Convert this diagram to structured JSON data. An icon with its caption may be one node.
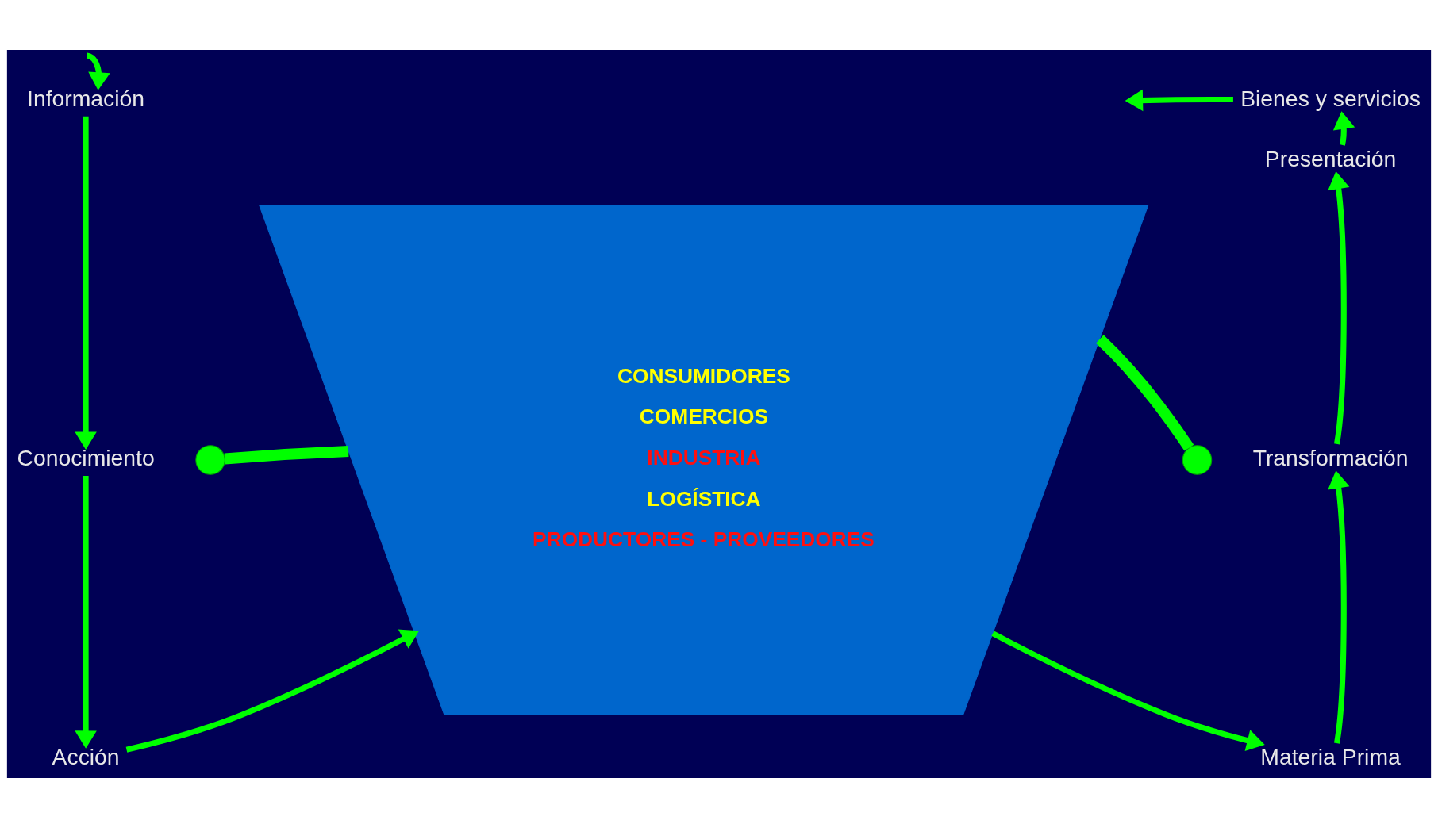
{
  "diagram": {
    "nodes": [
      {
        "text": [
          "CONSUMIDORES",
          "COMERCIOS",
          "INDUSTRIA",
          "LOGÍSTICA",
          "PRODUCTORES - PROVEEDORES"
        ]
      },
      {
        "text": [
          "Información"
        ]
      },
      {
        "text": [
          "Conocimiento"
        ]
      },
      {
        "text": [
          "Acción"
        ]
      },
      {
        "text": [
          "Materia Prima"
        ]
      },
      {
        "text": [
          "Transformación"
        ]
      },
      {
        "text": [
          "Presentación"
        ]
      },
      {
        "text": [
          "Bienes y servicios"
        ]
      },
      {
        "text": [],
        "shape": "circle"
      },
      {
        "text": [],
        "shape": "circle"
      }
    ],
    "edges": [
      {
        "from": null,
        "to": 1,
        "arrow": "to"
      },
      {
        "from": 1,
        "to": 2,
        "arrow": "to"
      },
      {
        "from": 2,
        "to": 3,
        "arrow": "to"
      },
      {
        "from": 3,
        "to": 0,
        "arrow": "to"
      },
      {
        "from": 0,
        "to": 4,
        "arrow": "to"
      },
      {
        "from": 4,
        "to": 5,
        "arrow": "to"
      },
      {
        "from": 5,
        "to": 6,
        "arrow": "to"
      },
      {
        "from": 6,
        "to": 7,
        "arrow": "to"
      },
      {
        "from": 7,
        "to": null,
        "arrow": "to"
      },
      {
        "from": 8,
        "to": 0,
        "arrow": "none",
        "style": "thick"
      },
      {
        "from": 0,
        "to": 9,
        "arrow": "none",
        "style": "thick"
      }
    ]
  }
}
